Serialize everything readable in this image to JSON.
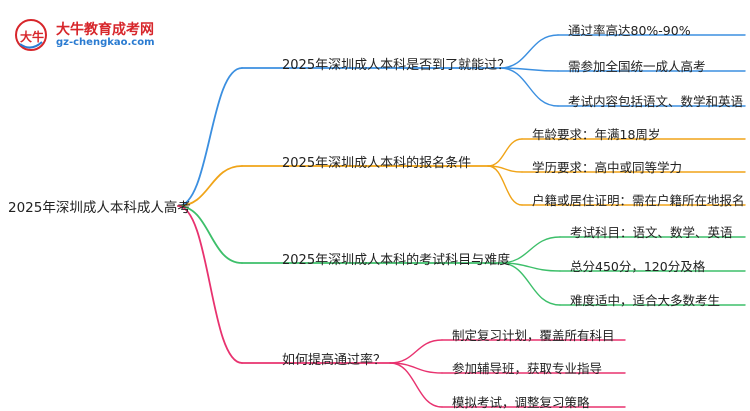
{
  "logo": {
    "title": "大牛教育成考网",
    "url": "gz-chengkao.com",
    "mark_text": "大牛",
    "brand_color": "#d7262b",
    "url_color": "#2a7bd1"
  },
  "root": "2025年深圳成人本科成人高考",
  "branches": [
    {
      "label": "2025年深圳成人本科是否到了就能过？",
      "color": "#3b8fe0",
      "children": [
        "通过率高达80%-90%",
        "需参加全国统一成人高考",
        "考试内容包括语文、数学和英语"
      ]
    },
    {
      "label": "2025年深圳成人本科的报名条件",
      "color": "#f0a418",
      "children": [
        "年龄要求：年满18周岁",
        "学历要求：高中或同等学力",
        "户籍或居住证明：需在户籍所在地报名"
      ]
    },
    {
      "label": "2025年深圳成人本科的考试科目与难度",
      "color": "#3dbf6a",
      "children": [
        "考试科目：语文、数学、英语",
        "总分450分，120分及格",
        "难度适中，适合大多数考生"
      ]
    },
    {
      "label": "如何提高通过率？",
      "color": "#e8326f",
      "children": [
        "制定复习计划，覆盖所有科目",
        "参加辅导班，获取专业指导",
        "模拟考试，调整复习策略"
      ]
    }
  ]
}
